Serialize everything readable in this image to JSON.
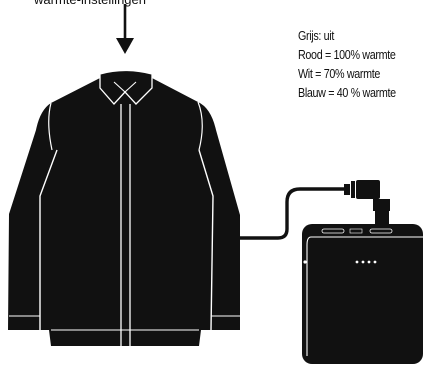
{
  "heading_fragment": "warmte-instellingen",
  "legend": {
    "line_1": "Grijs: uit",
    "line_2": "Rood = 100% warmte",
    "line_3": "Wit = 70% warmte",
    "line_4": "Blauw = 40 % warmte"
  },
  "colors": {
    "jacket": "#111111",
    "seam": "#ffffff",
    "battery": "#111111",
    "text": "#111111"
  }
}
